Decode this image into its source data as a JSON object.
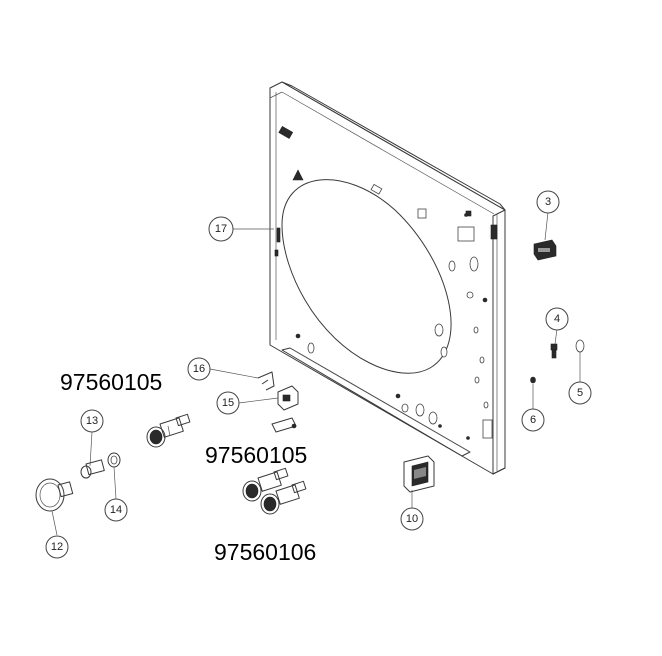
{
  "callouts": [
    {
      "id": "c3",
      "label": "3"
    },
    {
      "id": "c4",
      "label": "4"
    },
    {
      "id": "c5",
      "label": "5"
    },
    {
      "id": "c6",
      "label": "6"
    },
    {
      "id": "c10",
      "label": "10"
    },
    {
      "id": "c12",
      "label": "12"
    },
    {
      "id": "c13",
      "label": "13"
    },
    {
      "id": "c14",
      "label": "14"
    },
    {
      "id": "c15",
      "label": "15"
    },
    {
      "id": "c16",
      "label": "16"
    },
    {
      "id": "c17",
      "label": "17"
    }
  ],
  "part_numbers": {
    "pn_left": "97560105",
    "pn_mid": "97560105",
    "pn_bottom": "97560106"
  }
}
